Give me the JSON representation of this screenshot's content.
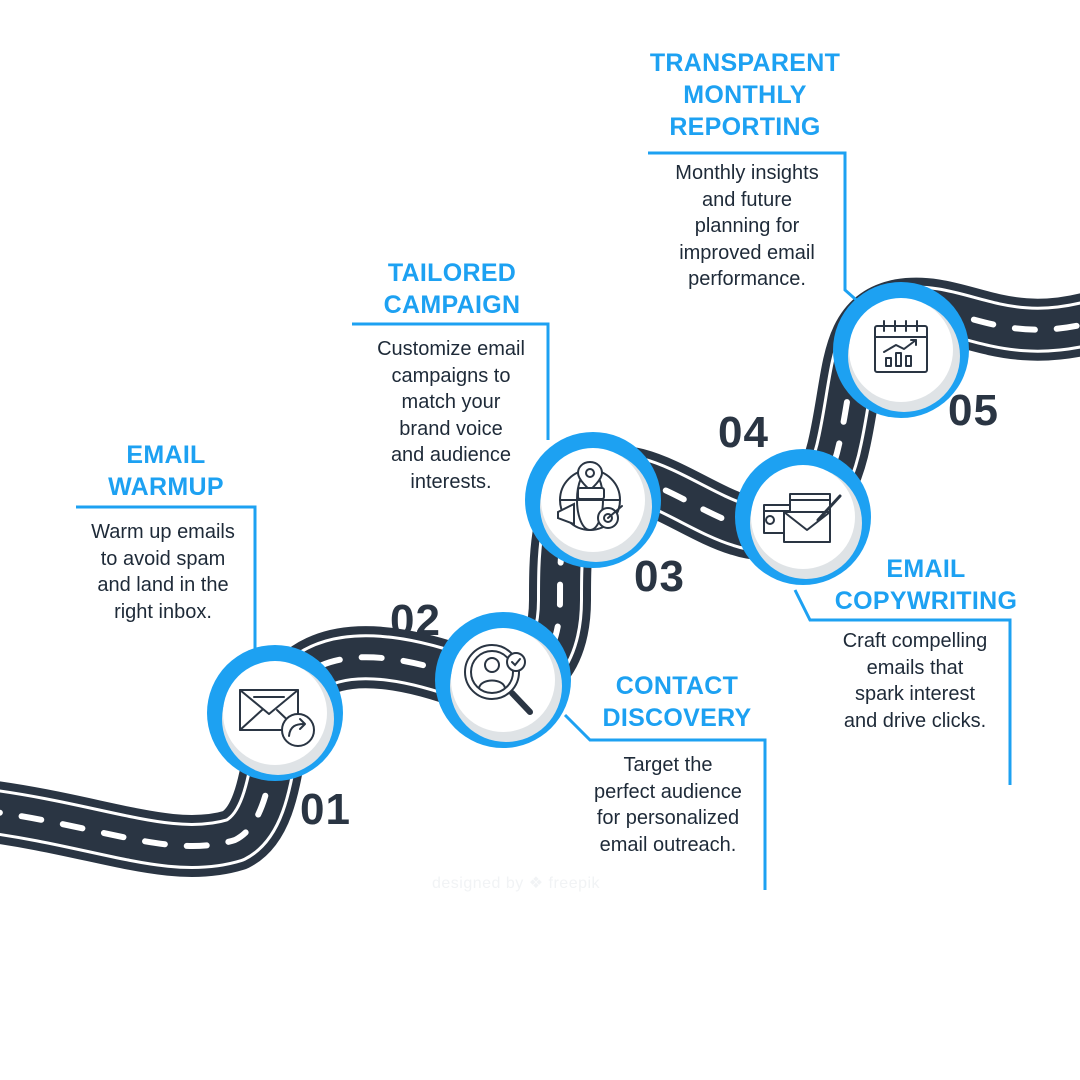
{
  "steps": [
    {
      "number": "01",
      "title_lines": [
        "EMAIL",
        "WARMUP"
      ],
      "desc_lines": [
        "Warm up emails",
        "to avoid spam",
        "and land in the",
        "right inbox."
      ],
      "icon": "envelope-forward-icon"
    },
    {
      "number": "02",
      "title_lines": [
        "CONTACT",
        "DISCOVERY"
      ],
      "desc_lines": [
        "Target the",
        "perfect audience",
        "for personalized",
        "email outreach."
      ],
      "icon": "user-search-icon"
    },
    {
      "number": "03",
      "title_lines": [
        "TAILORED",
        "CAMPAIGN"
      ],
      "desc_lines": [
        "Customize email",
        "campaigns to",
        "match your",
        "brand voice",
        "and audience",
        "interests."
      ],
      "icon": "globe-campaign-icon"
    },
    {
      "number": "04",
      "title_lines": [
        "EMAIL",
        "COPYWRITING"
      ],
      "desc_lines": [
        "Craft compelling",
        "emails that",
        "spark interest",
        "and drive clicks."
      ],
      "icon": "email-compose-icon"
    },
    {
      "number": "05",
      "title_lines": [
        "TRANSPARENT",
        "MONTHLY",
        "REPORTING"
      ],
      "desc_lines": [
        "Monthly insights",
        "and future",
        "planning for",
        "improved email",
        "performance."
      ],
      "icon": "calendar-chart-icon"
    }
  ],
  "watermark": "designed by ❖ freepik",
  "colors": {
    "accent": "#1da1f2",
    "road": "#2a3543",
    "dash": "#ffffff",
    "text": "#1e2a38"
  }
}
